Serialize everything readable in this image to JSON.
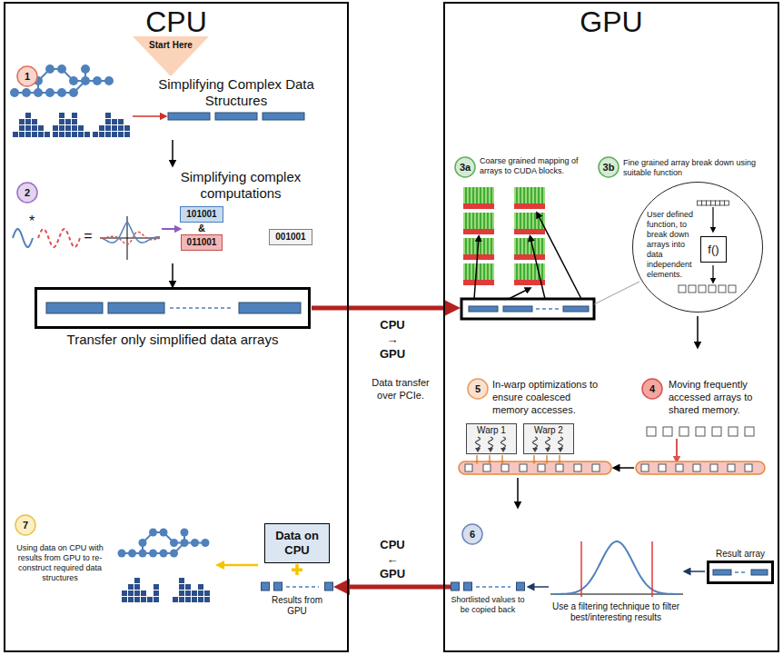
{
  "diagram": {
    "nodes": [
      {
        "text": [
          "CPU"
        ]
      },
      {
        "text": [
          "GPU"
        ]
      },
      {
        "text": [
          "Start Here"
        ],
        "in": 0
      },
      {
        "text": [
          "101001"
        ],
        "in": 0
      },
      {
        "text": [
          "011001"
        ],
        "in": 0
      },
      {
        "text": [
          "001001"
        ],
        "in": 0
      },
      {
        "text": [
          "Transfer only simplified data arrays"
        ],
        "in": 0
      },
      {
        "text": [
          "Data on CPU"
        ],
        "in": 0
      },
      {
        "text": [
          "Results from GPU"
        ],
        "in": 0
      },
      {
        "text": [
          "User defined function, to break down arrays into data independent elements."
        ],
        "in": 1
      },
      {
        "text": [
          "f()"
        ],
        "in": 9
      },
      {
        "text": [
          "Warp 1"
        ],
        "in": 1
      },
      {
        "text": [
          "Warp 2"
        ],
        "in": 1
      },
      {
        "text": [
          "Result array"
        ],
        "in": 1
      },
      {
        "text": [
          "Shortlisted values to be copied back"
        ],
        "in": 1
      }
    ],
    "edges": [
      {
        "from": 14,
        "to": 8,
        "arrow": "to",
        "label": "CPU ← GPU"
      }
    ],
    "labels": [
      "1",
      "Simplifying Complex Data Structures",
      "2",
      "Simplifying complex computations",
      "*",
      "=",
      "&",
      "CPU → GPU",
      "3a",
      "Coarse grained mapping of arrays to CUDA blocks.",
      "3b",
      "Fine grained array break down using suitable function",
      "4",
      "Moving frequently accessed arrays to shared memory.",
      "5",
      "In-warp optimizations to ensure coalesced memory accesses.",
      "Data transfer over PCIe.",
      "6",
      "Use a filtering technique to filter best/interesting results",
      "7",
      "Using data on CPU with results from GPU to re-construct required data structures"
    ]
  }
}
